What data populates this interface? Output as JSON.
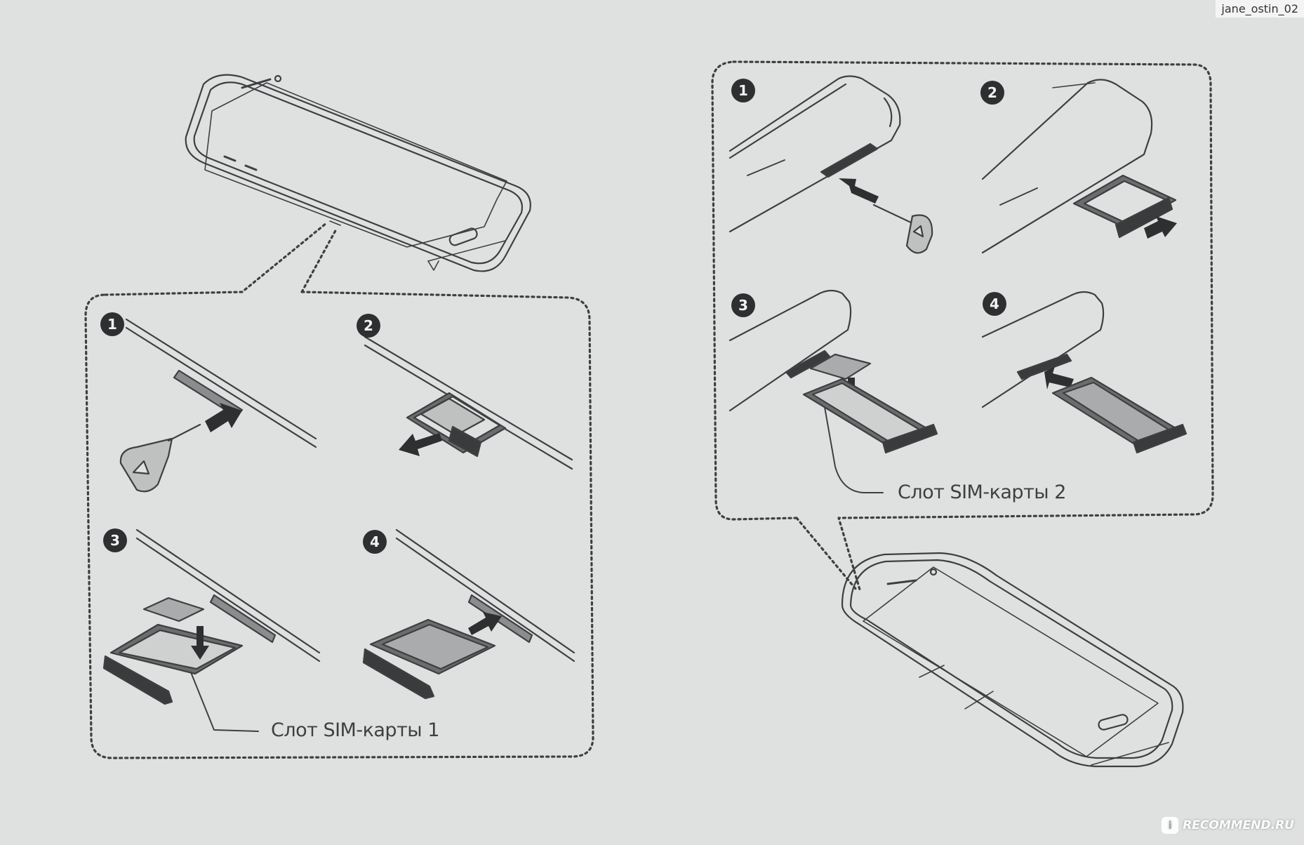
{
  "photo_credit": "jane_ostin_02",
  "watermark": {
    "text": "RECOMMEND.RU",
    "logo": "i"
  },
  "left_panel": {
    "steps": [
      "1",
      "2",
      "3",
      "4"
    ],
    "slot_label": "Слот SIM-карты 1"
  },
  "right_panel": {
    "steps": [
      "1",
      "2",
      "3",
      "4"
    ],
    "slot_label": "Слот SIM-карты 2"
  },
  "colors": {
    "background": "#dfe1e1",
    "ink": "#3e3f41",
    "badge": "#2e2f31"
  }
}
